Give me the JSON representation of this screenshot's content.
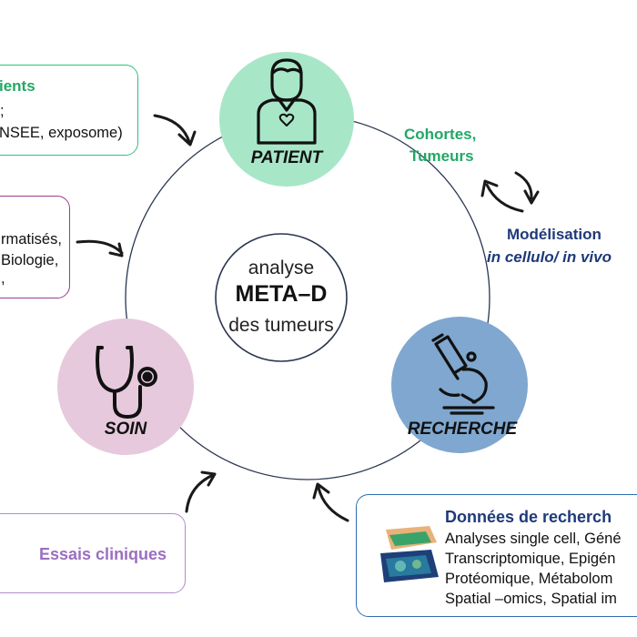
{
  "center": {
    "line1": "analyse",
    "line2": "META–D",
    "line3": "des tumeurs"
  },
  "nodes": {
    "patient": {
      "label": "PATIENT",
      "color": "#a8e6c8",
      "icon": "person-icon"
    },
    "soin": {
      "label": "SOIN",
      "color": "#e6c9dc",
      "icon": "stethoscope-icon"
    },
    "recherche": {
      "label": "RECHERCHE",
      "color": "#7fa7cf",
      "icon": "microscope-icon"
    }
  },
  "side_labels": {
    "cohortes_line1": "Cohortes,",
    "cohortes_line2": "Tumeurs",
    "modelisation_line1": "Modélisation",
    "modelisation_line2": "in cellulo/ in vivo"
  },
  "boxes": {
    "patients": {
      "title": "ients",
      "line1": ";",
      "line2": "NSEE, exposome)",
      "border_color": "#2ec27e",
      "title_color": "#22a866"
    },
    "soin_data": {
      "line1": "rmatisés,",
      "line2": "Biologie,",
      "line3": ",",
      "border_color": "#9b3c8f"
    },
    "essais": {
      "title": "Essais cliniques",
      "border_color": "#b38bd0",
      "title_color": "#9a6fc0",
      "icon": "gear-icon"
    },
    "recherche_data": {
      "title": "Données de recherch",
      "line1": "Analyses single cell, Géné",
      "line2": "Transcriptomique, Epigén",
      "line3": "Protéomique, Métabolom",
      "line4": "Spatial –omics, Spatial im",
      "border_color": "#2f6db3",
      "title_color": "#1f3a7a",
      "icon": "tissue-map-icon"
    }
  },
  "colors": {
    "ring": "#2a3550",
    "arrow": "#1a1a1a",
    "green_text": "#22a866",
    "navy_text": "#1f3a7a"
  }
}
